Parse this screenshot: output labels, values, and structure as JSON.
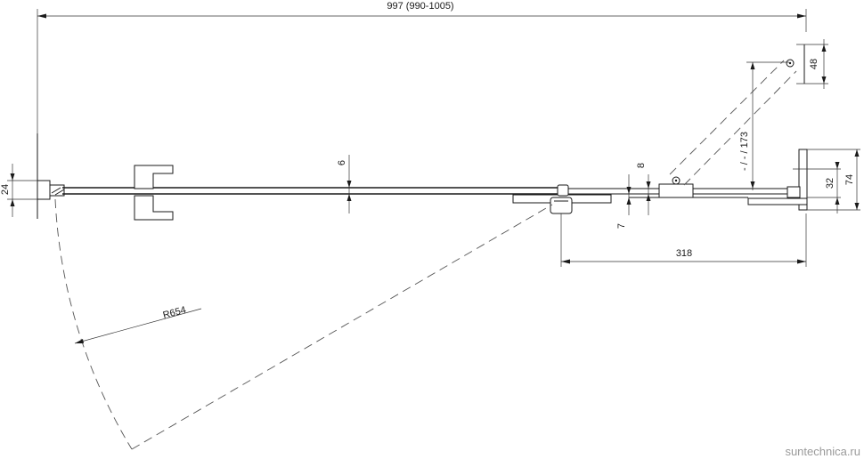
{
  "dimensions": {
    "total_width": "997 (990-1005)",
    "top_bracket": "48",
    "left_depth": "24",
    "glass_gap": "6",
    "rail_gap": "8",
    "handle_offset": "7",
    "swing_offset": "- / - / 173",
    "wall_depth": "32",
    "profile_depth": "74",
    "fixed_width": "318",
    "door_radius": "R654"
  },
  "watermark": "suntechnica.ru"
}
